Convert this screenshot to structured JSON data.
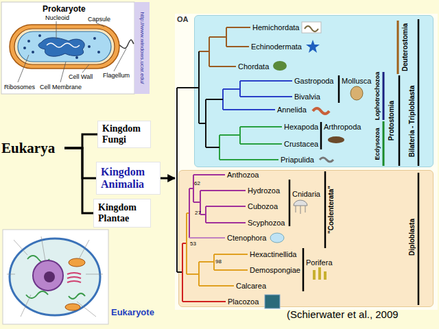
{
  "diagram": {
    "caption": "(Schierwater et al., 2009",
    "nodes": [
      {
        "text": [
          "Eukarya"
        ]
      },
      {
        "text": [
          "Kingdom Fungi"
        ]
      },
      {
        "text": [
          "Kingdom Animalia"
        ]
      },
      {
        "text": [
          "Kingdom Plantae"
        ]
      },
      {
        "text": [
          "OA"
        ]
      },
      {
        "text": [
          "Bilateria - Triploblasta"
        ],
        "in": 4
      },
      {
        "text": [
          "Diploblasta"
        ],
        "in": 4
      }
    ],
    "edges": [
      {
        "from": 0,
        "to": 1,
        "arrow": "none"
      },
      {
        "from": 0,
        "to": 2,
        "arrow": "none"
      },
      {
        "from": 0,
        "to": 3,
        "arrow": "none"
      },
      {
        "from": 2,
        "to": 4,
        "arrow": "to"
      }
    ],
    "labels": [
      "Prokaryote",
      "Nucleoid",
      "Capsule",
      "http://www.windows.ucar.edu/",
      "Flagellum",
      "Cell Wall",
      "Ribosomes",
      "Cell Membrane",
      "Hemichordata",
      "Echinodermata",
      "Chordata",
      "Gastropoda",
      "Mollusca",
      "Bivalvia",
      "Annelida",
      "Hexapoda",
      "Arthropoda",
      "Crustacea",
      "Priapulida",
      "Deuterostomia",
      "Lophotrochozoa",
      "Ecdysozoa",
      "Protostomia",
      "Anthozoa",
      "62",
      "Hydrozoa",
      "Cnidaria",
      "Cubozoa",
      "27",
      "Scyphozoa",
      "\"Coelenterata\"",
      "Ctenophora",
      "53",
      "Hexactinellida",
      "98",
      "Porifera",
      "Demospongiae",
      "Calcarea",
      "Placozoa",
      "Eukaryote"
    ]
  }
}
